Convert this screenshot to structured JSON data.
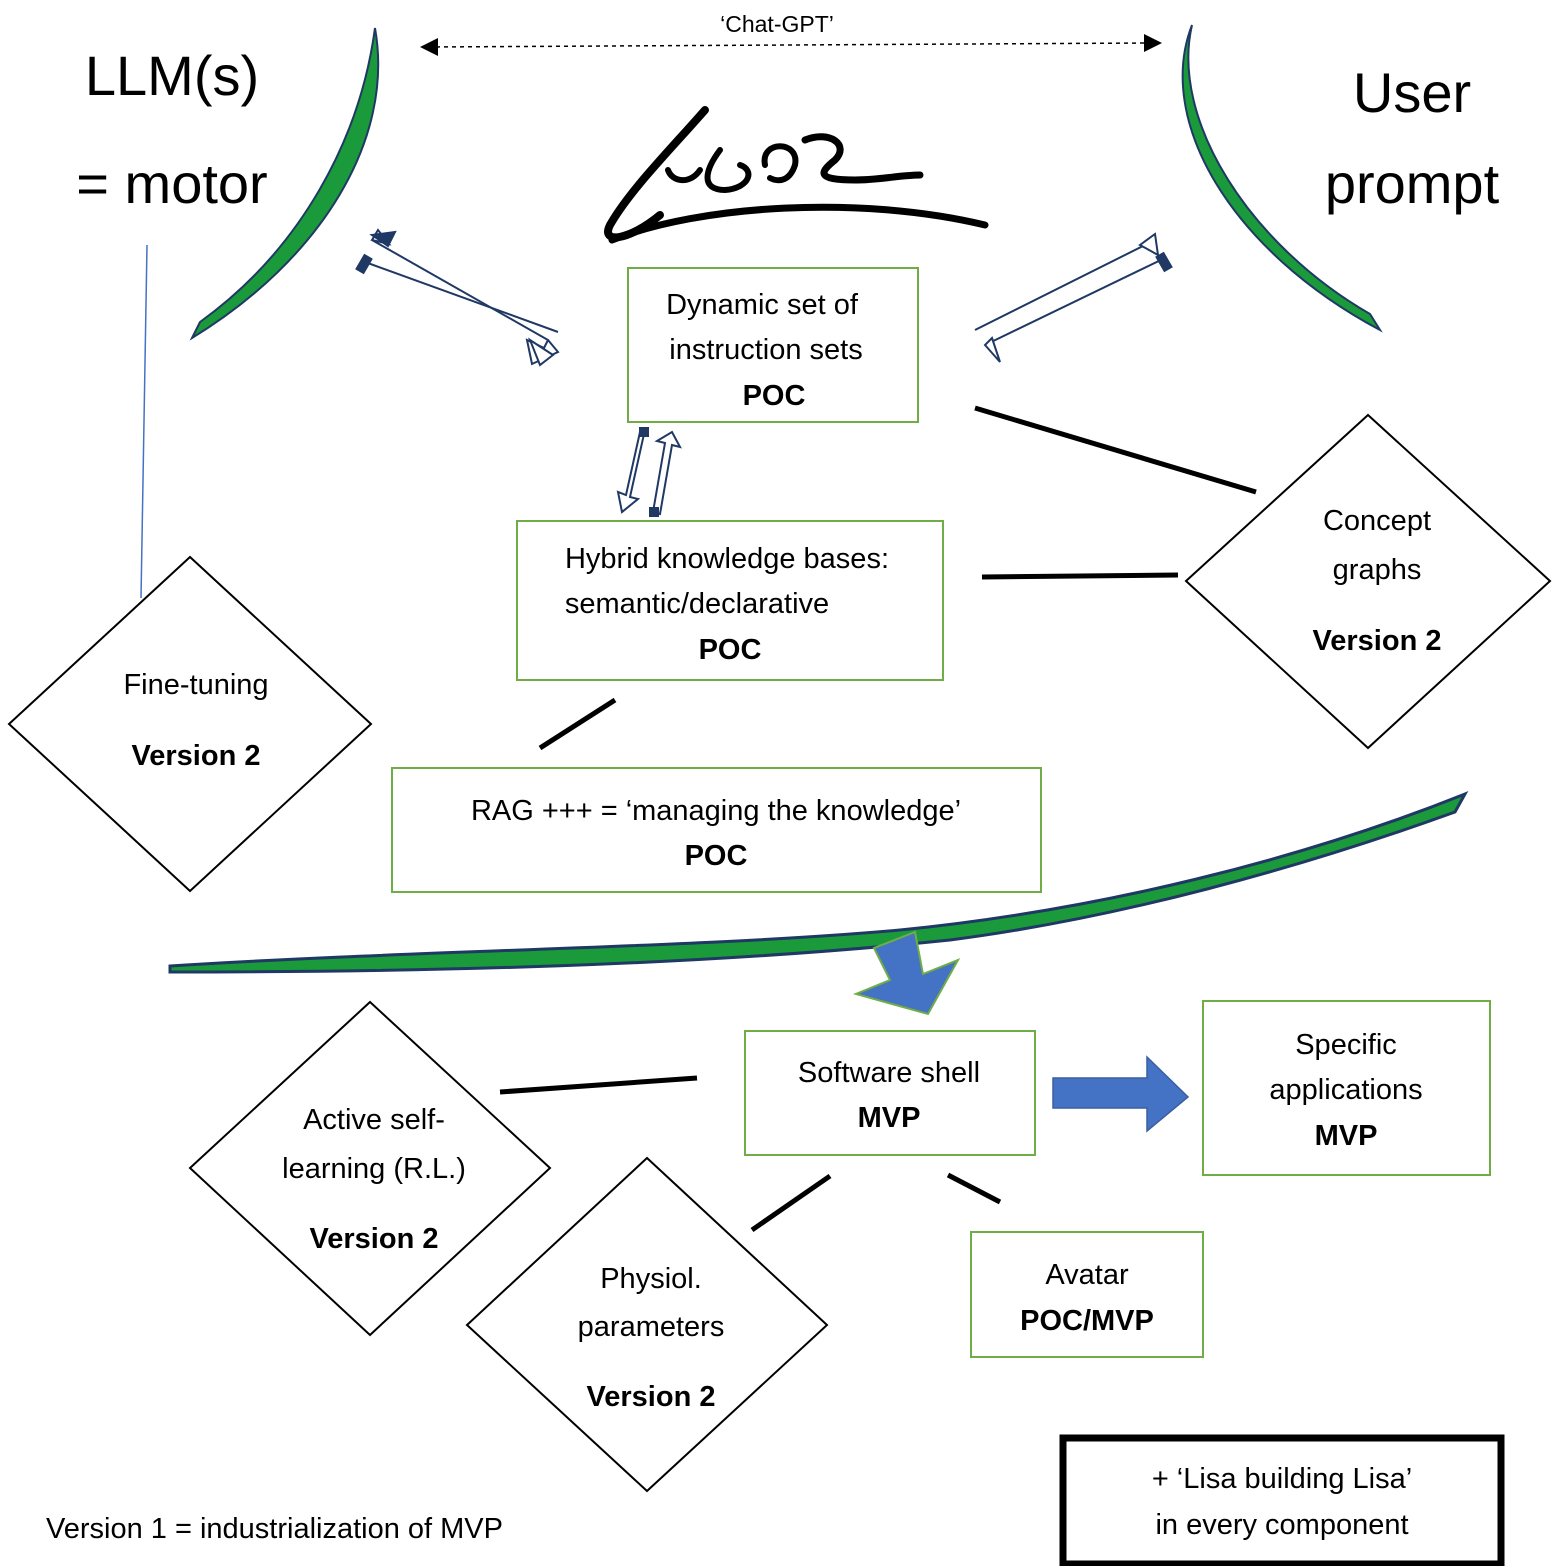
{
  "header": {
    "llm_line1": "LLM(s)",
    "llm_line2": "= motor",
    "user_line1": "User",
    "user_line2": "prompt",
    "chatgpt": "‘Chat-GPT’"
  },
  "logo_text": "Lisa",
  "nodes": {
    "dynamic": {
      "line1": "Dynamic set of",
      "line2": "instruction sets",
      "status": "POC"
    },
    "hybrid": {
      "line1": "Hybrid knowledge bases:",
      "line2": "semantic/declarative",
      "status": "POC"
    },
    "rag": {
      "line1": "RAG +++ = ‘managing the knowledge’",
      "status": "POC"
    },
    "concept": {
      "line1": "Concept",
      "line2": "graphs",
      "status": "Version 2"
    },
    "finetuning": {
      "line1": "Fine-tuning",
      "status": "Version 2"
    },
    "shell": {
      "line1": "Software shell",
      "status": "MVP"
    },
    "specific": {
      "line1": "Specific",
      "line2": "applications",
      "status": "MVP"
    },
    "active": {
      "line1": "Active self-",
      "line2": "learning (R.L.)",
      "status": "Version 2"
    },
    "physiol": {
      "line1": "Physiol.",
      "line2": "parameters",
      "status": "Version 2"
    },
    "avatar": {
      "line1": "Avatar",
      "status": "POC/MVP"
    }
  },
  "footer": {
    "version_note": "Version 1 = industrialization of MVP",
    "note_line1": "+ ‘Lisa building Lisa’",
    "note_line2": "in every component"
  },
  "colors": {
    "box_border": "#70ad47",
    "green_swoosh": "#1a9a3a",
    "dark_edge": "#1f3864",
    "blue_arrow": "#4472c4",
    "thin_line": "#4472c4"
  }
}
